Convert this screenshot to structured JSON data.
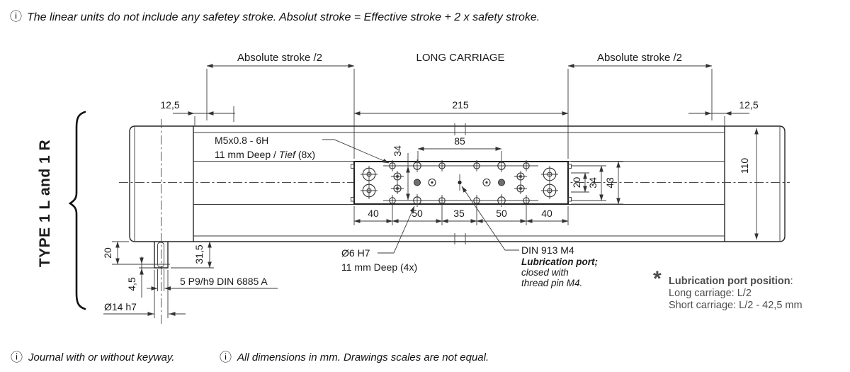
{
  "note_top": {
    "icon": "ⓘ",
    "text": "The linear units do not include any safetey stroke. Absolut stroke = Effective stroke + 2 x safety stroke."
  },
  "footer": {
    "icon_left": "ⓘ",
    "left": "Journal with or without keyway.",
    "icon_right": "ⓘ",
    "right": "All dimensions in mm. Drawings scales are not equal."
  },
  "labels": {
    "type": "TYPE 1 L  and  1 R",
    "carriage": "LONG CARRIAGE",
    "stroke": "Absolute stroke /2"
  },
  "dims": {
    "d125": "12,5",
    "d215": "215",
    "d85": "85",
    "d34": "34",
    "chain": [
      "40",
      "50",
      "35",
      "50",
      "40"
    ],
    "r20": "20",
    "r34": "34",
    "r43": "43",
    "d110": "110",
    "j20": "20",
    "j315": "31,5",
    "j45": "4,5",
    "keyway": "5 P9/h9 DIN 6885 A",
    "shaft": "Ø14 h7"
  },
  "callouts": {
    "m5_line1": "M5x0.8 - 6H",
    "m5_line2a": "11 mm Deep / ",
    "m5_line2b": "Tief",
    "m5_line2c": " (8x)",
    "dowel_line1": "Ø6 H7",
    "dowel_line2": "11 mm Deep (4x)",
    "lube_line1": "DIN 913 M4",
    "lube_line2": "Lubrication port;",
    "lube_line3": "closed with",
    "lube_line4": "thread pin M4."
  },
  "lube_note": {
    "asterisk": "*",
    "title": "Lubrication port position",
    "colon": ":",
    "line1": "Long carriage: L/2",
    "line2": "Short carriage: L/2 - 42,5 mm"
  },
  "colors": {
    "line": "#272727",
    "text": "#1a1a1a",
    "note_gray": "#4d4d4d"
  }
}
